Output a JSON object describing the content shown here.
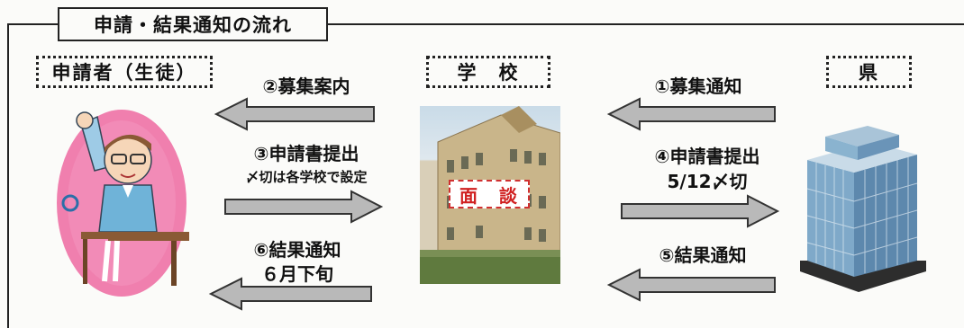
{
  "title": "申請・結果通知の流れ",
  "actors": {
    "applicant": "申請者（生徒）",
    "school": "学　校",
    "prefecture": "県"
  },
  "steps": {
    "s1": "①募集通知",
    "s2": "②募集案内",
    "s3": "③申請書提出",
    "s3_note": "〆切は各学校で設定",
    "s4": "④申請書提出",
    "s4_note": "5/12〆切",
    "s5": "⑤結果通知",
    "s6": "⑥結果通知",
    "s6_note": "６月下旬"
  },
  "school_sign": "面　談",
  "colors": {
    "arrow_fill": "#b9b9b9",
    "arrow_stroke": "#333333",
    "egg_pink": "#f07fae",
    "building_blue": "#7fa9c9"
  }
}
